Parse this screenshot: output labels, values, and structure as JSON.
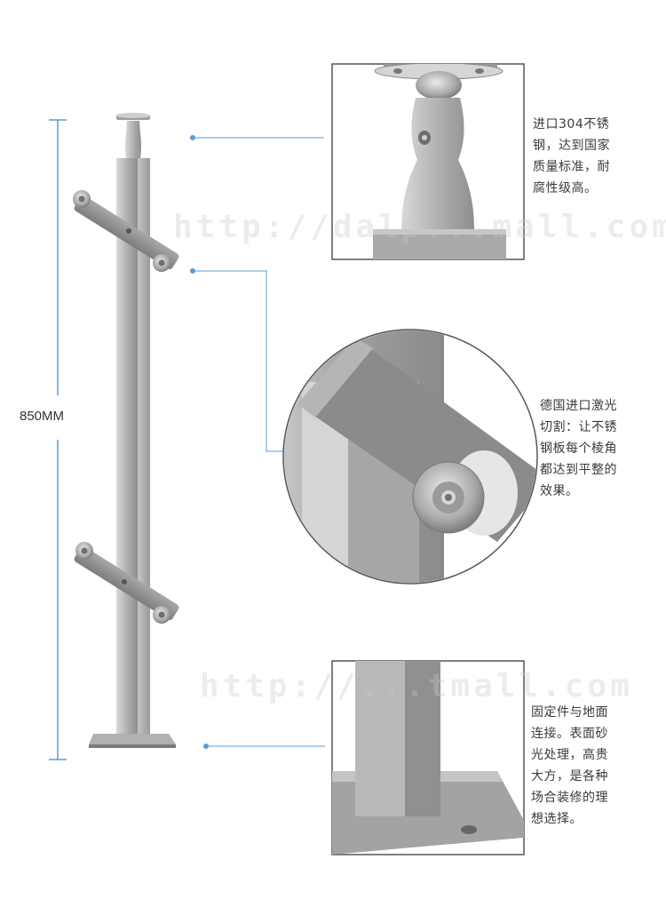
{
  "dimension": {
    "label": "850MM"
  },
  "callouts": [
    {
      "name": "top-mount",
      "text": "进口304不锈\n钢，达到国家\n质量标准，耐\n腐性级高。"
    },
    {
      "name": "laser-cut",
      "text": "德国进口激光\n切割：让不锈\n钢板每个棱角\n都达到平整的\n效果。"
    },
    {
      "name": "base-plate",
      "text": "固定件与地面\n连接。表面砂\n光处理，高贵\n大方，是各种\n场合装修的理\n想选择。"
    }
  ],
  "watermarks": [
    "http://dalp...mall.com",
    "http://...tmall.com"
  ],
  "colors": {
    "guide": "#5b9bd5",
    "frame": "#555555",
    "steel": "#b8b8b8"
  }
}
